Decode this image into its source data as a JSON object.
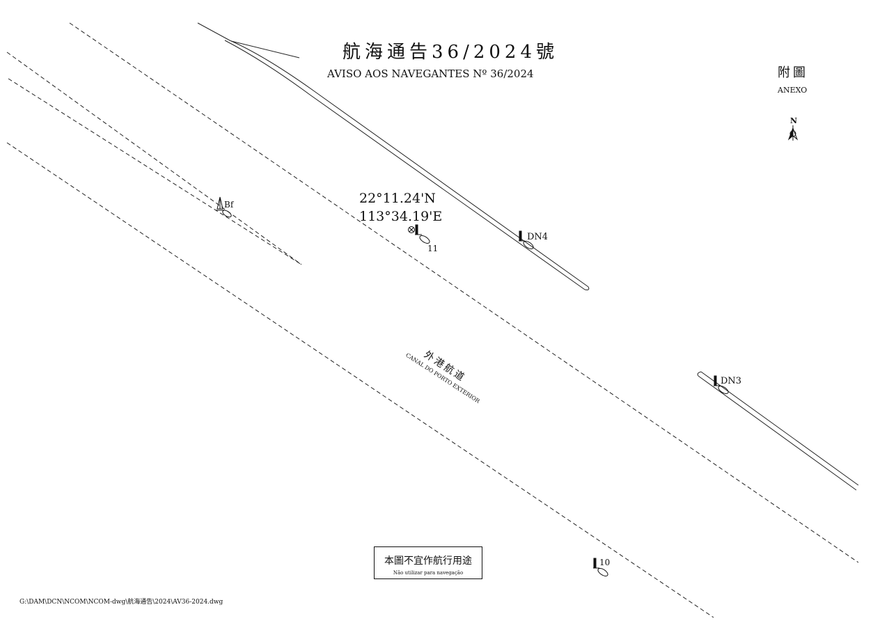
{
  "title": {
    "chinese": "航海通告36/2024號",
    "portuguese": "AVISO AOS NAVEGANTES Nº 36/2024"
  },
  "annex": {
    "chinese": "附圖",
    "portuguese": "ANEXO"
  },
  "north_arrow": {
    "label": "N",
    "icon": "north-arrow-icon"
  },
  "position": {
    "latitude": "22°11.24'N",
    "longitude": "113°34.19'E"
  },
  "buoys": {
    "buoy_11": "11",
    "dn4": "DN4",
    "dn3": "DN3",
    "bf": "Bf",
    "buoy_10": "10"
  },
  "channel": {
    "chinese": "外港航道",
    "portuguese": "CANAL DO PORTO EXTERIOR"
  },
  "warning": {
    "chinese": "本圖不宜作航行用途",
    "portuguese": "Não utilizar para navegação"
  },
  "file_path": "G:\\DAM\\DCN\\NCOM\\NCOM-dwg\\航海通告\\2024\\AV36-2024.dwg",
  "colors": {
    "ink": "#111111",
    "background": "#ffffff"
  }
}
